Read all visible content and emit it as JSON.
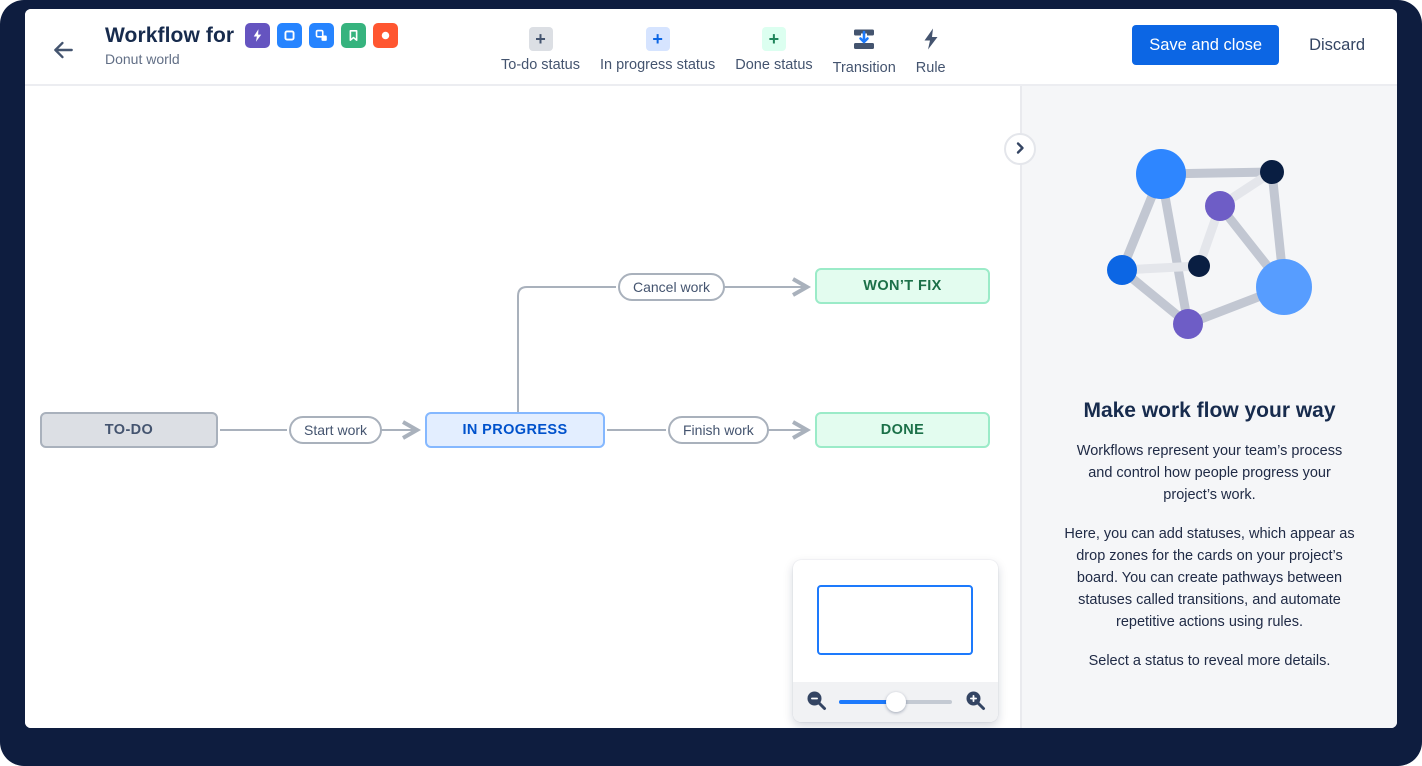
{
  "header": {
    "title": "Workflow for",
    "subtitle": "Donut world",
    "issue_icons": [
      {
        "name": "bolt-icon",
        "color": "#6554C0"
      },
      {
        "name": "square-icon",
        "color": "#2684FF"
      },
      {
        "name": "subtask-icon",
        "color": "#2684FF"
      },
      {
        "name": "bookmark-icon",
        "color": "#36B37E"
      },
      {
        "name": "circle-icon",
        "color": "#FF5630"
      }
    ],
    "toolbar": [
      {
        "label": "To-do status",
        "icon": "plus",
        "icon_glyph": "+",
        "icon_bg": "#DCDFE4",
        "icon_color": "#44546F"
      },
      {
        "label": "In progress status",
        "icon": "plus",
        "icon_glyph": "+",
        "icon_bg": "#D6E4FF",
        "icon_color": "#0C66E4"
      },
      {
        "label": "Done status",
        "icon": "plus",
        "icon_glyph": "+",
        "icon_bg": "#DCFFF0",
        "icon_color": "#1F845A"
      },
      {
        "label": "Transition",
        "icon": "transition-arrow"
      },
      {
        "label": "Rule",
        "icon": "lightning-bolt"
      }
    ],
    "save_button": "Save and close",
    "discard_button": "Discard"
  },
  "canvas": {
    "todo_label": "TO-DO",
    "in_progress_label": "IN PROGRESS",
    "done_label": "DONE",
    "wont_fix_label": "WON’T FIX",
    "start_work_label": "Start work",
    "finish_work_label": "Finish work",
    "cancel_work_label": "Cancel work"
  },
  "panel": {
    "heading": "Make work flow your way",
    "paragraphs": [
      "Workflows represent your team’s process and control how people progress your project’s work.",
      "Here, you can add statuses, which appear as drop zones for the cards on your project’s board. You can create pathways between statuses called transitions, and automate repetitive actions using rules.",
      "Select a status to reveal more details."
    ]
  },
  "minimap": {
    "zoom_percent": 50
  },
  "colors": {
    "frame": "#0E1D3F",
    "accent_blue": "#0C66E4",
    "minimap_viewport": "#1D7AFC",
    "edge_gray": "#A9B1BC",
    "todo_bg": "#DCDFE4",
    "inprogress_bg": "#E3EEFF",
    "inprogress_border": "#85B8FF",
    "inprogress_text": "#0052CC",
    "done_bg": "#E3FCEF",
    "done_border": "#9BEBC8",
    "done_text": "#1B7048"
  }
}
